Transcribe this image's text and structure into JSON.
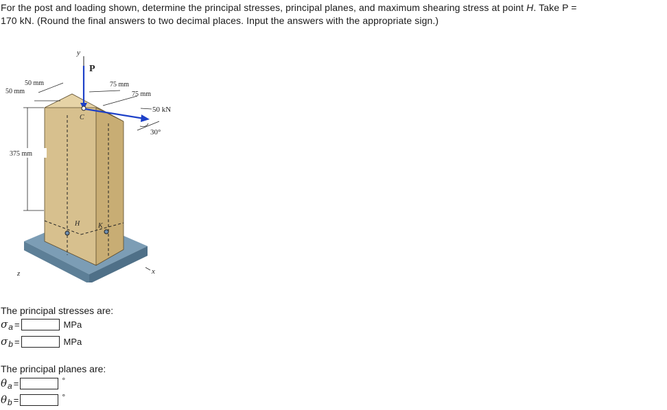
{
  "question": {
    "line1_pre": "For the post and loading shown, determine the principal stresses, principal planes, and maximum shearing stress at point ",
    "point": "H",
    "line1_post": ". Take P =",
    "line2": "170 kN. (Round the final answers to two decimal places. Input the answers with the appropriate sign.)"
  },
  "figure": {
    "load_p": "P",
    "axis_y": "y",
    "axis_x": "x",
    "axis_z": "z",
    "dim_50_top": "50 mm",
    "dim_50_left": "50 mm",
    "dim_75_top": "75 mm",
    "dim_75_right": "75 mm",
    "force": "50 kN",
    "angle": "30°",
    "height": "375 mm",
    "point_c": "C",
    "point_h": "H",
    "point_k": "K"
  },
  "principal_stresses": {
    "title": "The principal stresses are:",
    "rows": [
      {
        "symbol": "σ",
        "subscript": "a",
        "eq": "=",
        "value": "",
        "unit": "MPa"
      },
      {
        "symbol": "σ",
        "subscript": "b",
        "eq": "=",
        "value": "",
        "unit": "MPa"
      }
    ]
  },
  "principal_planes": {
    "title": "The principal planes are:",
    "rows": [
      {
        "symbol": "θ",
        "subscript": "a",
        "eq": "=",
        "value": "",
        "unit": "°"
      },
      {
        "symbol": "θ",
        "subscript": "b",
        "eq": "=",
        "value": "",
        "unit": "°"
      }
    ]
  },
  "colors": {
    "post_front": "#d7c08e",
    "post_side": "#c8ad74",
    "post_top": "#e6d3a6",
    "base_top": "#7c9db5",
    "base_side": "#5d7f97",
    "arrow_blue": "#1d40c8"
  }
}
